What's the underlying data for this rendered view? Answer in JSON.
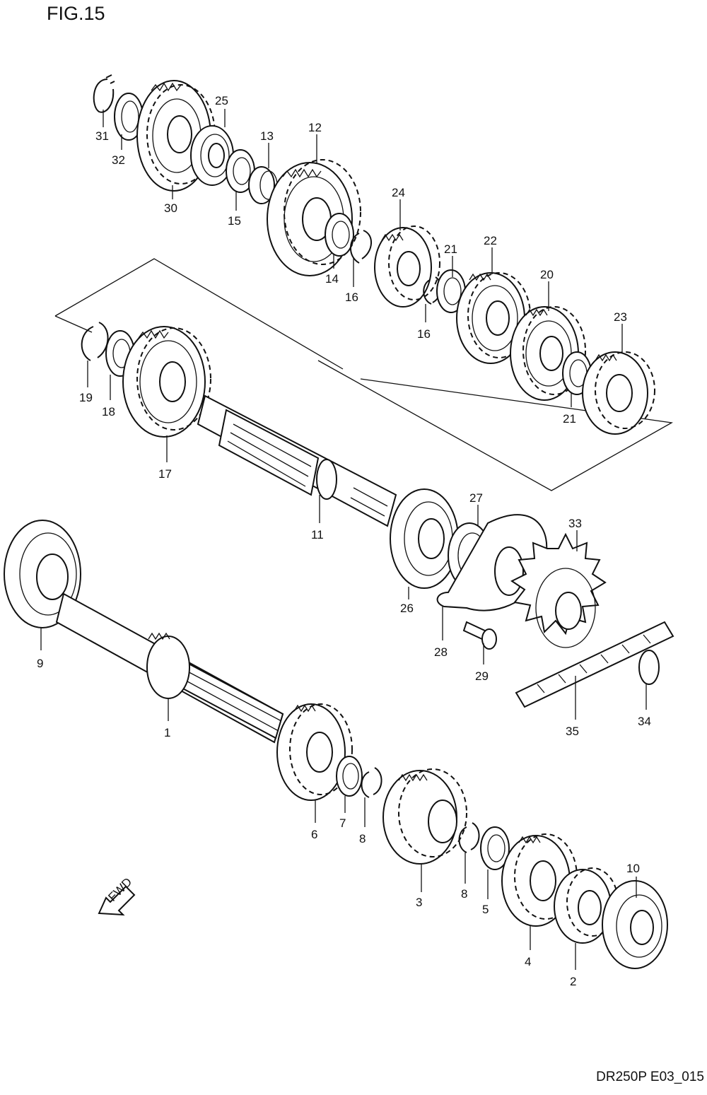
{
  "figure": {
    "title": "FIG.15",
    "code": "DR250P E03_015"
  },
  "fwd_label": "FWD",
  "callouts": [
    "1",
    "2",
    "3",
    "4",
    "5",
    "6",
    "7",
    "8",
    "8",
    "9",
    "10",
    "11",
    "12",
    "13",
    "14",
    "15",
    "16",
    "16",
    "17",
    "18",
    "19",
    "20",
    "21",
    "21",
    "22",
    "23",
    "24",
    "25",
    "26",
    "27",
    "28",
    "29",
    "30",
    "31",
    "32",
    "33",
    "34",
    "35"
  ],
  "parts": [
    {
      "no": "1",
      "kind": "drive gear on countershaft"
    },
    {
      "no": "2",
      "kind": "gear"
    },
    {
      "no": "3",
      "kind": "gear"
    },
    {
      "no": "4",
      "kind": "gear"
    },
    {
      "no": "5",
      "kind": "washer"
    },
    {
      "no": "6",
      "kind": "gear"
    },
    {
      "no": "7",
      "kind": "washer"
    },
    {
      "no": "8",
      "kind": "circlip"
    },
    {
      "no": "9",
      "kind": "bearing"
    },
    {
      "no": "10",
      "kind": "bearing"
    },
    {
      "no": "11",
      "kind": "driveshaft"
    },
    {
      "no": "12",
      "kind": "gear"
    },
    {
      "no": "13",
      "kind": "bushing"
    },
    {
      "no": "14",
      "kind": "washer"
    },
    {
      "no": "15",
      "kind": "washer"
    },
    {
      "no": "16",
      "kind": "circlip"
    },
    {
      "no": "17",
      "kind": "gear"
    },
    {
      "no": "18",
      "kind": "washer"
    },
    {
      "no": "19",
      "kind": "circlip"
    },
    {
      "no": "20",
      "kind": "gear"
    },
    {
      "no": "21",
      "kind": "washer"
    },
    {
      "no": "22",
      "kind": "gear"
    },
    {
      "no": "23",
      "kind": "gear"
    },
    {
      "no": "24",
      "kind": "gear"
    },
    {
      "no": "25",
      "kind": "bearing"
    },
    {
      "no": "26",
      "kind": "bearing"
    },
    {
      "no": "27",
      "kind": "oil seal"
    },
    {
      "no": "28",
      "kind": "retainer plate"
    },
    {
      "no": "29",
      "kind": "bolt"
    },
    {
      "no": "30",
      "kind": "gear"
    },
    {
      "no": "31",
      "kind": "circlip"
    },
    {
      "no": "32",
      "kind": "washer"
    },
    {
      "no": "33",
      "kind": "engine sprocket"
    },
    {
      "no": "34",
      "kind": "circlip"
    },
    {
      "no": "35",
      "kind": "drive chain"
    }
  ]
}
